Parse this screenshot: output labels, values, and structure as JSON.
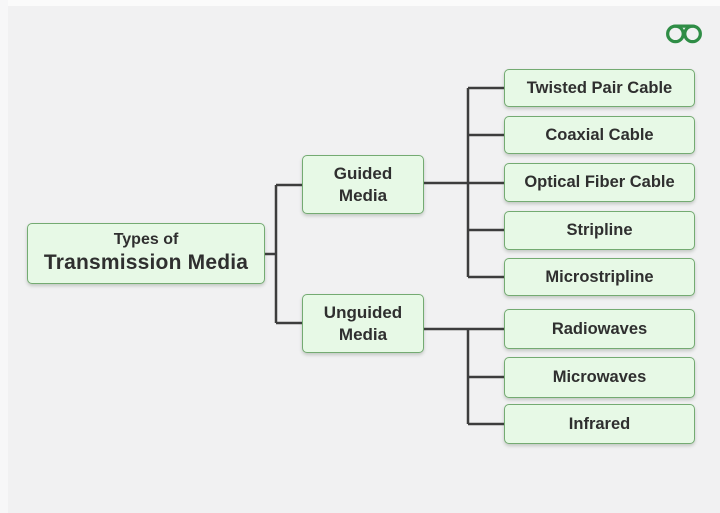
{
  "page": {
    "background_color": "#f1f1f2",
    "box_fill_color": "#e7f9e6",
    "box_border_color": "#74ab72",
    "connector_color": "#3d3d3d",
    "text_color": "#2f2f2f"
  },
  "logo": {
    "name": "geeksforgeeks-mark",
    "color": "#2f8d46"
  },
  "diagram": {
    "root": {
      "line1": "Types of",
      "line2": "Transmission Media"
    },
    "branches": [
      {
        "label_lines": [
          "Guided",
          "Media"
        ],
        "children": [
          "Twisted Pair Cable",
          "Coaxial Cable",
          "Optical Fiber Cable",
          "Stripline",
          "Microstripline"
        ]
      },
      {
        "label_lines": [
          "Unguided",
          "Media"
        ],
        "children": [
          "Radiowaves",
          "Microwaves",
          "Infrared"
        ]
      }
    ]
  }
}
